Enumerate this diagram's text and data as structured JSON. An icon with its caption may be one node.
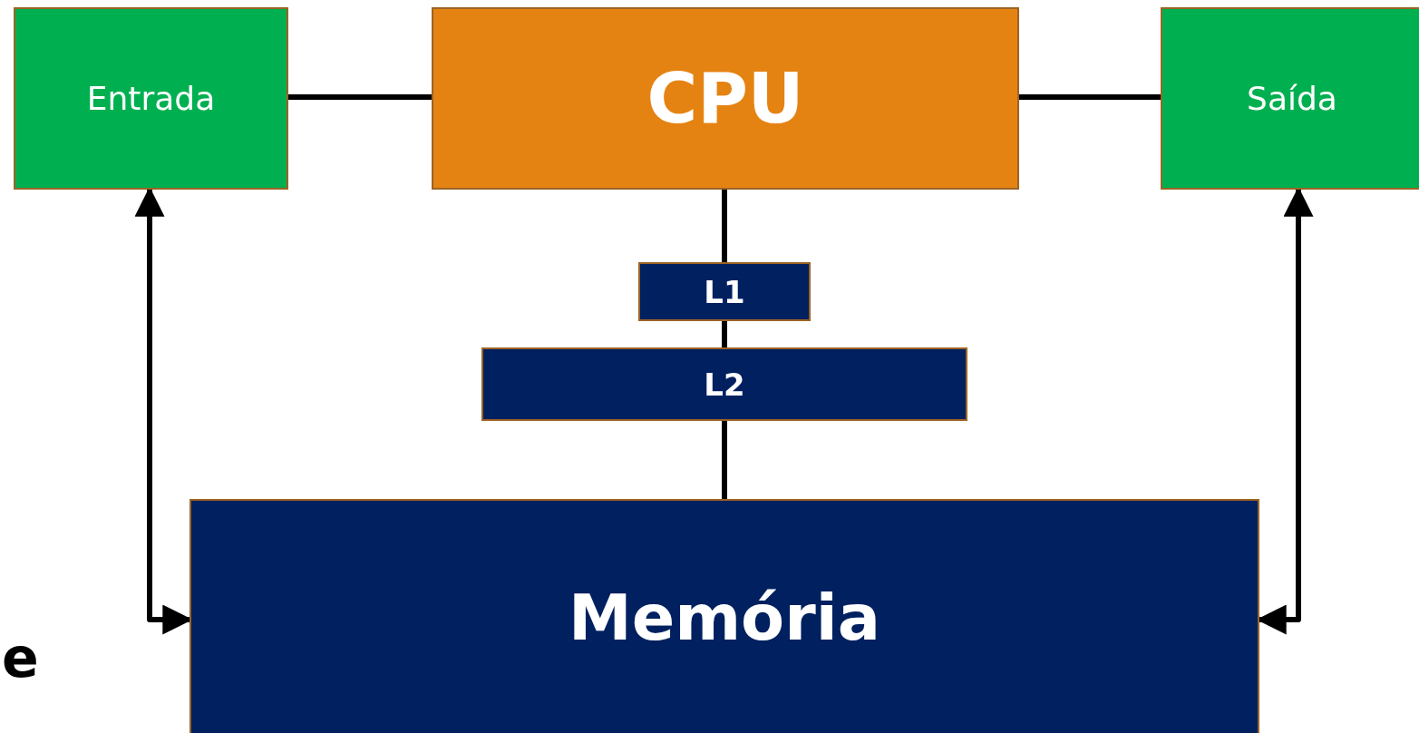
{
  "diagram": {
    "nodes": [
      {
        "text": [
          "Entrada"
        ]
      },
      {
        "text": [
          "CPU"
        ]
      },
      {
        "text": [
          "Saída"
        ]
      },
      {
        "text": [
          "L1"
        ]
      },
      {
        "text": [
          "L2"
        ]
      },
      {
        "text": [
          "Memória"
        ]
      }
    ],
    "edges": [
      {
        "from": 0,
        "to": 1,
        "arrow": "none"
      },
      {
        "from": 1,
        "to": 2,
        "arrow": "none"
      },
      {
        "from": 1,
        "to": 3,
        "arrow": "none"
      },
      {
        "from": 3,
        "to": 4,
        "arrow": "none"
      },
      {
        "from": 4,
        "to": 5,
        "arrow": "none"
      },
      {
        "from": 5,
        "to": 0,
        "arrow": "both"
      },
      {
        "from": 5,
        "to": 2,
        "arrow": "both"
      }
    ],
    "labels": [
      "e"
    ]
  }
}
